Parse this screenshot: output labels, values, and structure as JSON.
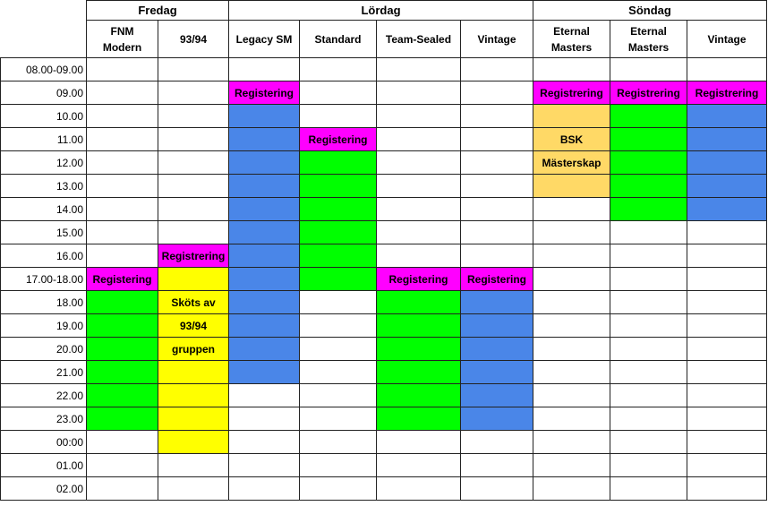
{
  "days": [
    {
      "label": "Fredag",
      "span": 2
    },
    {
      "label": "Lördag",
      "span": 4
    },
    {
      "label": "Söndag",
      "span": 3
    }
  ],
  "events": [
    {
      "line1": "FNM",
      "line2": "Modern"
    },
    {
      "line1": "93/94",
      "line2": ""
    },
    {
      "line1": "Legacy SM",
      "line2": ""
    },
    {
      "line1": "Standard",
      "line2": ""
    },
    {
      "line1": "Team-Sealed",
      "line2": ""
    },
    {
      "line1": "Vintage",
      "line2": ""
    },
    {
      "line1": "Eternal",
      "line2": "Masters"
    },
    {
      "line1": "Eternal",
      "line2": "Masters"
    },
    {
      "line1": "Vintage",
      "line2": ""
    }
  ],
  "times": [
    "08.00-09.00",
    "09.00",
    "10.00",
    "11.00",
    "12.00",
    "13.00",
    "14.00",
    "15.00",
    "16.00",
    "17.00-18.00",
    "18.00",
    "19.00",
    "20.00",
    "21.00",
    "22.00",
    "23.00",
    "00:00",
    "01.00",
    "02.00"
  ],
  "colors": {
    "magenta": "#ff00ff",
    "blue": "#4a86e8",
    "green": "#00ff00",
    "yellow": "#ffff00",
    "orange": "#ffd966",
    "white": "#ffffff"
  },
  "grid": [
    [
      "w",
      "w",
      "w",
      "w",
      "w",
      "w",
      "w",
      "w",
      "w"
    ],
    [
      "w",
      "w",
      "m:Registering",
      "w",
      "w",
      "w",
      "m:Registrering",
      "m:Registrering",
      "m:Registrering"
    ],
    [
      "w",
      "w",
      "b",
      "w",
      "w",
      "w",
      "o",
      "g",
      "b"
    ],
    [
      "w",
      "w",
      "b",
      "m:Registering",
      "w",
      "w",
      "o:BSK",
      "g",
      "b"
    ],
    [
      "w",
      "w",
      "b",
      "g",
      "w",
      "w",
      "o:Mästerskap",
      "g",
      "b"
    ],
    [
      "w",
      "w",
      "b",
      "g",
      "w",
      "w",
      "o",
      "g",
      "b"
    ],
    [
      "w",
      "w",
      "b",
      "g",
      "w",
      "w",
      "w",
      "g",
      "b"
    ],
    [
      "w",
      "w",
      "b",
      "g",
      "w",
      "w",
      "w",
      "w",
      "w"
    ],
    [
      "w",
      "m:Registrering",
      "b",
      "g",
      "w",
      "w",
      "w",
      "w",
      "w"
    ],
    [
      "m:Registering",
      "y",
      "b",
      "g",
      "m:Registering",
      "m:Registering",
      "w",
      "w",
      "w"
    ],
    [
      "g",
      "y:Sköts av",
      "b",
      "w",
      "g",
      "b",
      "w",
      "w",
      "w"
    ],
    [
      "g",
      "y:93/94",
      "b",
      "w",
      "g",
      "b",
      "w",
      "w",
      "w"
    ],
    [
      "g",
      "y:gruppen",
      "b",
      "w",
      "g",
      "b",
      "w",
      "w",
      "w"
    ],
    [
      "g",
      "y",
      "b",
      "w",
      "g",
      "b",
      "w",
      "w",
      "w"
    ],
    [
      "g",
      "y",
      "w",
      "w",
      "g",
      "b",
      "w",
      "w",
      "w"
    ],
    [
      "g",
      "y",
      "w",
      "w",
      "g",
      "b",
      "w",
      "w",
      "w"
    ],
    [
      "w",
      "y",
      "w",
      "w",
      "w",
      "w",
      "w",
      "w",
      "w"
    ],
    [
      "w",
      "w",
      "w",
      "w",
      "w",
      "w",
      "w",
      "w",
      "w"
    ],
    [
      "w",
      "w",
      "w",
      "w",
      "w",
      "w",
      "w",
      "w",
      "w"
    ]
  ]
}
